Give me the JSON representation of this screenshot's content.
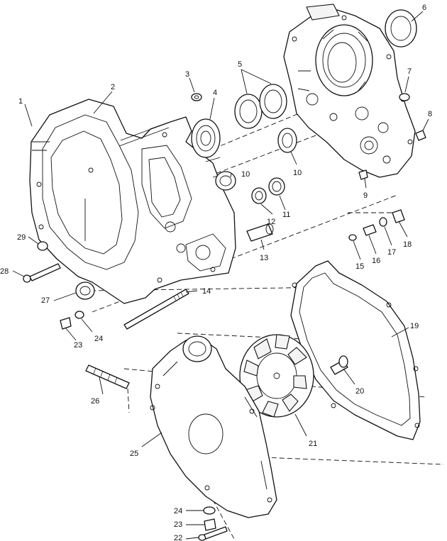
{
  "callouts": [
    {
      "id": "c1",
      "label": "1"
    },
    {
      "id": "c2",
      "label": "2"
    },
    {
      "id": "c3",
      "label": "3"
    },
    {
      "id": "c4",
      "label": "4"
    },
    {
      "id": "c5",
      "label": "5"
    },
    {
      "id": "c6",
      "label": "6"
    },
    {
      "id": "c7",
      "label": "7"
    },
    {
      "id": "c8",
      "label": "8"
    },
    {
      "id": "c9",
      "label": "9"
    },
    {
      "id": "c10a",
      "label": "10"
    },
    {
      "id": "c10b",
      "label": "10"
    },
    {
      "id": "c11",
      "label": "11"
    },
    {
      "id": "c12",
      "label": "12"
    },
    {
      "id": "c13",
      "label": "13"
    },
    {
      "id": "c14",
      "label": "14"
    },
    {
      "id": "c15",
      "label": "15"
    },
    {
      "id": "c16",
      "label": "16"
    },
    {
      "id": "c17",
      "label": "17"
    },
    {
      "id": "c18",
      "label": "18"
    },
    {
      "id": "c19",
      "label": "19"
    },
    {
      "id": "c20",
      "label": "20"
    },
    {
      "id": "c21",
      "label": "21"
    },
    {
      "id": "c22",
      "label": "22"
    },
    {
      "id": "c23a",
      "label": "23"
    },
    {
      "id": "c23b",
      "label": "23"
    },
    {
      "id": "c24a",
      "label": "24"
    },
    {
      "id": "c24b",
      "label": "24"
    },
    {
      "id": "c25",
      "label": "25"
    },
    {
      "id": "c26",
      "label": "26"
    },
    {
      "id": "c27",
      "label": "27"
    },
    {
      "id": "c28",
      "label": "28"
    },
    {
      "id": "c29",
      "label": "29"
    }
  ]
}
